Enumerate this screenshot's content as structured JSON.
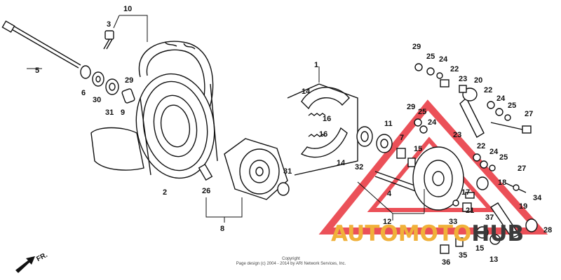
{
  "diagram": {
    "callouts": [
      "10",
      "3",
      "5",
      "29",
      "6",
      "30",
      "31",
      "9",
      "2",
      "26",
      "8",
      "1",
      "14",
      "16",
      "16",
      "14",
      "32",
      "11",
      "7",
      "15",
      "31",
      "4",
      "12",
      "29",
      "25",
      "24",
      "22",
      "23",
      "20",
      "22",
      "24",
      "25",
      "27",
      "29",
      "25",
      "24",
      "23",
      "22",
      "24",
      "25",
      "27",
      "34",
      "17",
      "21",
      "18",
      "19",
      "37",
      "33",
      "15",
      "13",
      "28",
      "36",
      "35"
    ],
    "direction_marker": "FR.",
    "copyright_lines": [
      "Copyright",
      "Page design (c) 2004 - 2014 by ARI Network Services, Inc."
    ]
  },
  "watermark": {
    "part_a": "AUTOMOTO",
    "part_b": "HUB",
    "colors": {
      "triangle": "#e8323c",
      "text_a": "#f0b13a",
      "text_b": "#3a3a3a"
    }
  }
}
